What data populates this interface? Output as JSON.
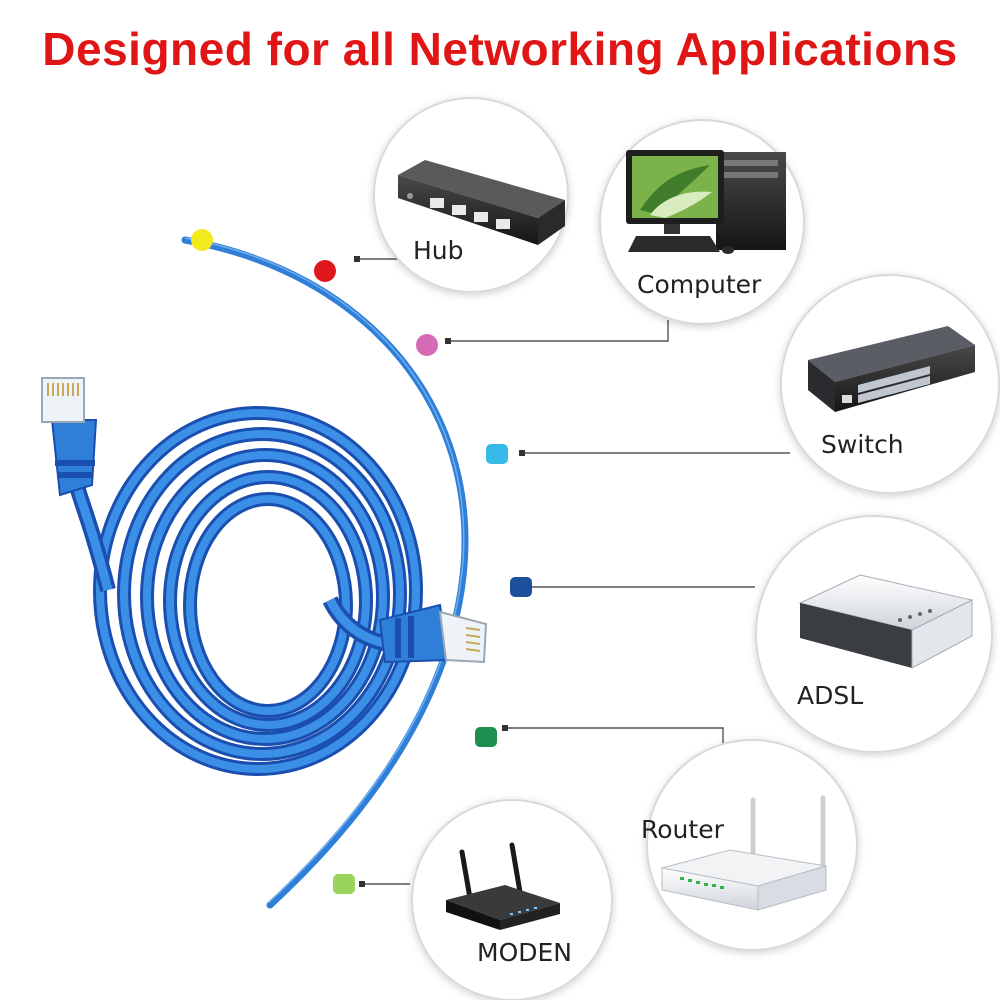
{
  "headline": "Designed for all Networking Applications",
  "colors": {
    "headline": "#e01515",
    "cable": "#2f7fd8",
    "cable_dark": "#1a4fb0",
    "bead_colors": [
      "#f4e81f",
      "#e0161d",
      "#d56bb5",
      "#36b9e8",
      "#1c4f9c",
      "#1d8f4e",
      "#9bd45a"
    ]
  },
  "applications": [
    {
      "id": "hub",
      "label": "Hub",
      "icon": "network-hub-icon"
    },
    {
      "id": "computer",
      "label": "Computer",
      "icon": "desktop-computer-icon"
    },
    {
      "id": "switch",
      "label": "Switch",
      "icon": "network-switch-icon"
    },
    {
      "id": "adsl",
      "label": "ADSL",
      "icon": "adsl-modem-icon"
    },
    {
      "id": "router",
      "label": "Router",
      "icon": "wifi-router-icon"
    },
    {
      "id": "moden",
      "label": "MODEN",
      "icon": "wireless-modem-icon"
    }
  ]
}
